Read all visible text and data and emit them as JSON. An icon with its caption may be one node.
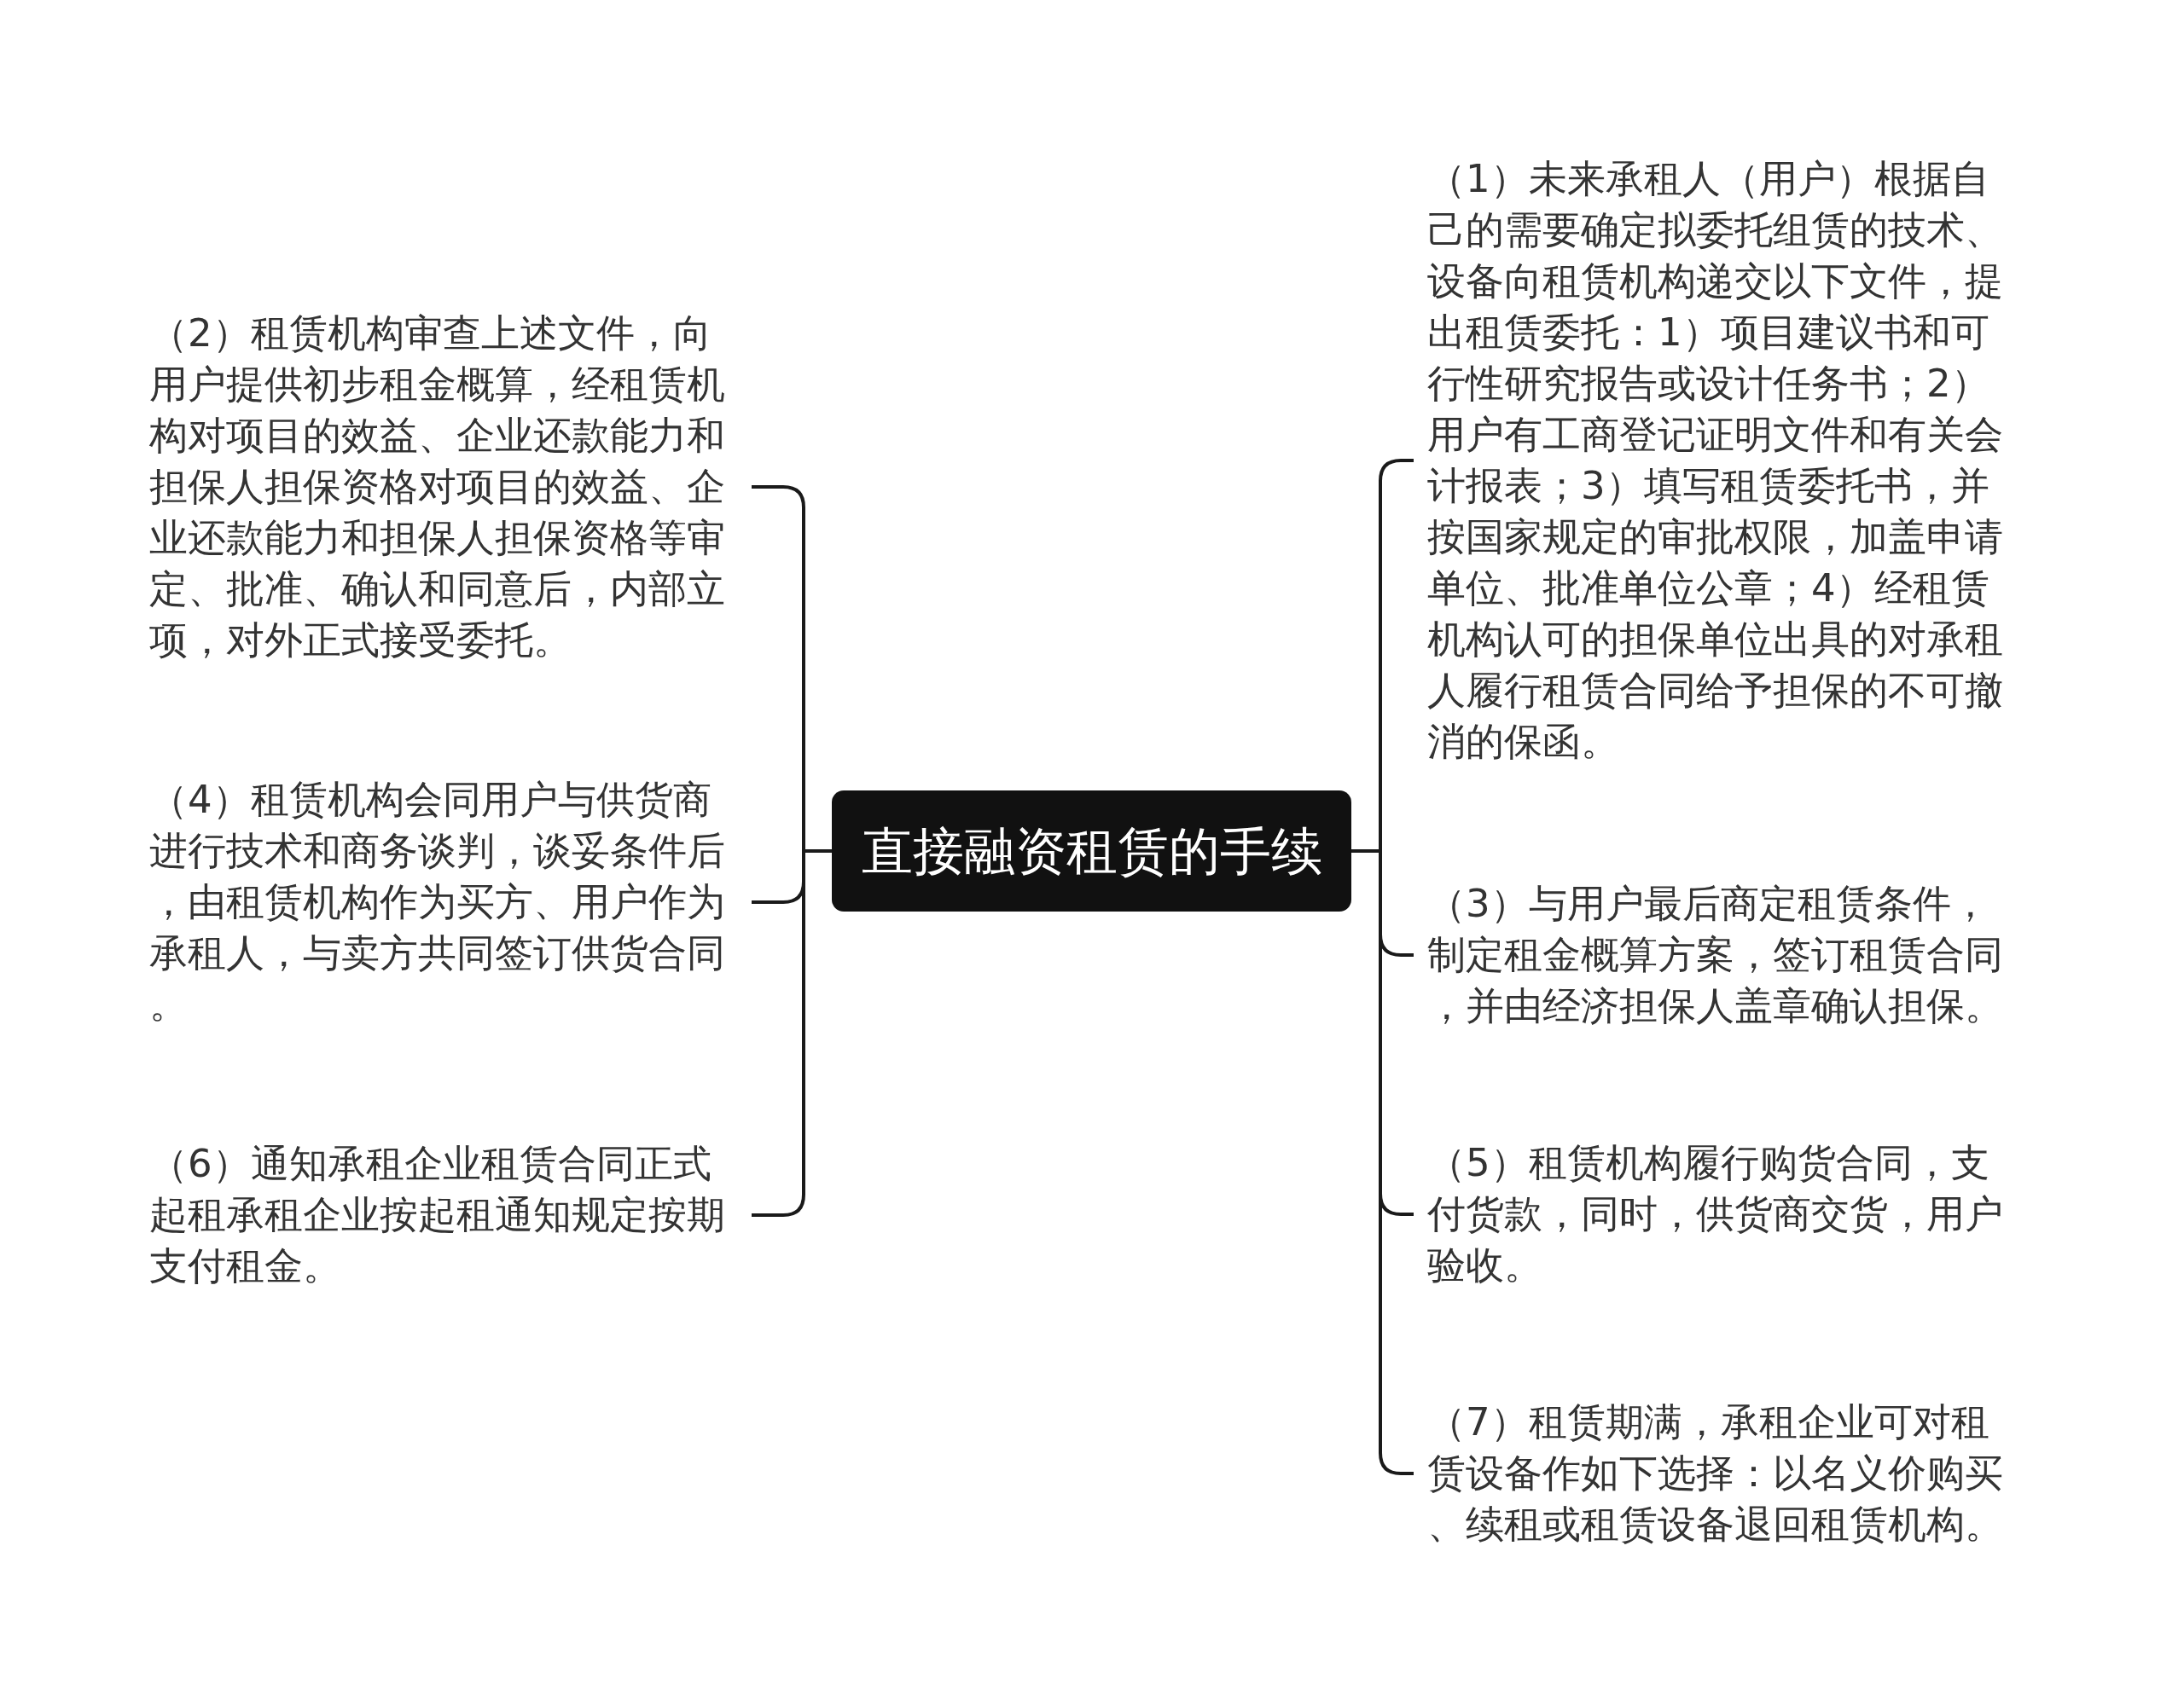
{
  "diagram": {
    "nodes": [
      {
        "text": [
          "直接融资租赁的手续"
        ]
      },
      {
        "text": [
          "（1）未来承租人（用户）根据自己的需要确定拟委托组赁的技术、设备向租赁机构递交以下文件，提出租赁委托：1）项目建议书和可行性研究报告或设计任务书；2）用户有工商登记证明文件和有关会计报表；3）填写租赁委托书，并按国家规定的审批权限，加盖申请单位、批准单位公章；4）经租赁机构认可的担保单位出具的对承租人履行租赁合同给予担保的不可撤消的保函。"
        ]
      },
      {
        "text": [
          "（2）租赁机构审查上述文件，向用户提供初步租金概算，经租赁机构对项目的效益、企业还款能力和担保人担保资格对项目的效益、企业还款能力和担保人担保资格等审定、批准、确认和同意后，内部立项，对外正式接受委托。"
        ]
      },
      {
        "text": [
          "（3）与用户最后商定租赁条件，制定租金概算方案，签订租赁合同，并由经济担保人盖章确认担保。"
        ]
      },
      {
        "text": [
          "（4）租赁机构会同用户与供货商进行技术和商务谈判，谈妥条件后，由租赁机构作为买方、用户作为承租人，与卖方共同签订供货合同。"
        ]
      },
      {
        "text": [
          "（5）租赁机构履行购货合同，支付货款，同时，供货商交货，用户验收。"
        ]
      },
      {
        "text": [
          "（6）通知承租企业租赁合同正式起租承租企业按起租通知规定按期支付租金。"
        ]
      },
      {
        "text": [
          "（7）租赁期满，承租企业可对租赁设备作如下选择：以名义价购买、续租或租赁设备退回租赁机构。"
        ]
      }
    ],
    "edges": [
      {
        "from": 0,
        "to": 1,
        "arrow": "none"
      },
      {
        "from": 0,
        "to": 2,
        "arrow": "none"
      },
      {
        "from": 0,
        "to": 3,
        "arrow": "none"
      },
      {
        "from": 0,
        "to": 4,
        "arrow": "none"
      },
      {
        "from": 0,
        "to": 5,
        "arrow": "none"
      },
      {
        "from": 0,
        "to": 6,
        "arrow": "none"
      },
      {
        "from": 0,
        "to": 7,
        "arrow": "none"
      }
    ]
  }
}
